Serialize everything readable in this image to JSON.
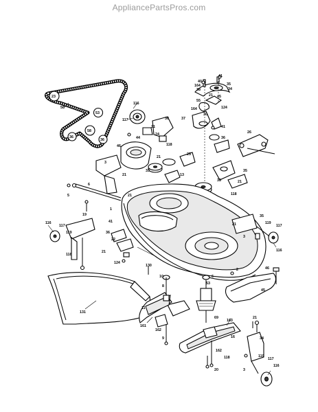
{
  "watermark": "AppliancePartsPros.com",
  "labels": [
    {
      "id": "l41a",
      "text": "41"
    },
    {
      "id": "l40",
      "text": "40"
    },
    {
      "id": "l164a",
      "text": "164"
    },
    {
      "id": "l38",
      "text": "38"
    },
    {
      "id": "l35a",
      "text": "35"
    },
    {
      "id": "l34a",
      "text": "34"
    },
    {
      "id": "l45a",
      "text": "45"
    },
    {
      "id": "l55",
      "text": "55"
    },
    {
      "id": "l124a",
      "text": "124"
    },
    {
      "id": "l21a",
      "text": "21"
    },
    {
      "id": "l164b",
      "text": "164"
    },
    {
      "id": "l30a",
      "text": "30"
    },
    {
      "id": "l37",
      "text": "37"
    },
    {
      "id": "l30b",
      "text": "30"
    },
    {
      "id": "l116a",
      "text": "116"
    },
    {
      "id": "l117a",
      "text": "117"
    },
    {
      "id": "l21b",
      "text": "21"
    },
    {
      "id": "l24a",
      "text": "24"
    },
    {
      "id": "l118a",
      "text": "118"
    },
    {
      "id": "l41b",
      "text": "41"
    },
    {
      "id": "l36a",
      "text": "36"
    },
    {
      "id": "l26",
      "text": "26"
    },
    {
      "id": "l44",
      "text": "44"
    },
    {
      "id": "l46a",
      "text": "46"
    },
    {
      "id": "l3a",
      "text": "3"
    },
    {
      "id": "l21c",
      "text": "21"
    },
    {
      "id": "l33a",
      "text": "33"
    },
    {
      "id": "l13",
      "text": "13"
    },
    {
      "id": "l25",
      "text": "25"
    },
    {
      "id": "l6",
      "text": "6"
    },
    {
      "id": "l21d",
      "text": "21"
    },
    {
      "id": "l35b",
      "text": "35"
    },
    {
      "id": "l33b",
      "text": "33"
    },
    {
      "id": "l21e",
      "text": "21"
    },
    {
      "id": "l118b",
      "text": "118"
    },
    {
      "id": "l5",
      "text": "5"
    },
    {
      "id": "l1",
      "text": "1"
    },
    {
      "id": "l21f",
      "text": "21"
    },
    {
      "id": "l19",
      "text": "19"
    },
    {
      "id": "l116b",
      "text": "116"
    },
    {
      "id": "l117b",
      "text": "117"
    },
    {
      "id": "l119a",
      "text": "119"
    },
    {
      "id": "l118c",
      "text": "118"
    },
    {
      "id": "l41c",
      "text": "41"
    },
    {
      "id": "l36b",
      "text": "36"
    },
    {
      "id": "l22",
      "text": "22"
    },
    {
      "id": "l124b",
      "text": "124"
    },
    {
      "id": "l21g",
      "text": "21"
    },
    {
      "id": "l35c",
      "text": "35"
    },
    {
      "id": "l21h",
      "text": "21"
    },
    {
      "id": "l119b",
      "text": "119"
    },
    {
      "id": "l117c",
      "text": "117"
    },
    {
      "id": "l116c",
      "text": "116"
    },
    {
      "id": "l3b",
      "text": "3"
    },
    {
      "id": "l130",
      "text": "130"
    },
    {
      "id": "l2",
      "text": "2"
    },
    {
      "id": "l46b",
      "text": "46"
    },
    {
      "id": "l131",
      "text": "131"
    },
    {
      "id": "l10",
      "text": "10"
    },
    {
      "id": "l8",
      "text": "8"
    },
    {
      "id": "l11",
      "text": "11"
    },
    {
      "id": "l161",
      "text": "161"
    },
    {
      "id": "l69",
      "text": "69"
    },
    {
      "id": "l163",
      "text": "163"
    },
    {
      "id": "l162a",
      "text": "162"
    },
    {
      "id": "l9",
      "text": "9"
    },
    {
      "id": "l21i",
      "text": "21"
    },
    {
      "id": "l16",
      "text": "16"
    },
    {
      "id": "l34b",
      "text": "34"
    },
    {
      "id": "l162b",
      "text": "162"
    },
    {
      "id": "l118d",
      "text": "118"
    },
    {
      "id": "l20",
      "text": "20"
    },
    {
      "id": "l119c",
      "text": "119"
    },
    {
      "id": "l117d",
      "text": "117"
    },
    {
      "id": "l116d",
      "text": "116"
    },
    {
      "id": "l3c",
      "text": "3"
    },
    {
      "id": "l45b",
      "text": "45"
    },
    {
      "id": "l53",
      "text": "53"
    },
    {
      "id": "l58",
      "text": "58"
    },
    {
      "id": "l6b",
      "text": "6"
    }
  ]
}
